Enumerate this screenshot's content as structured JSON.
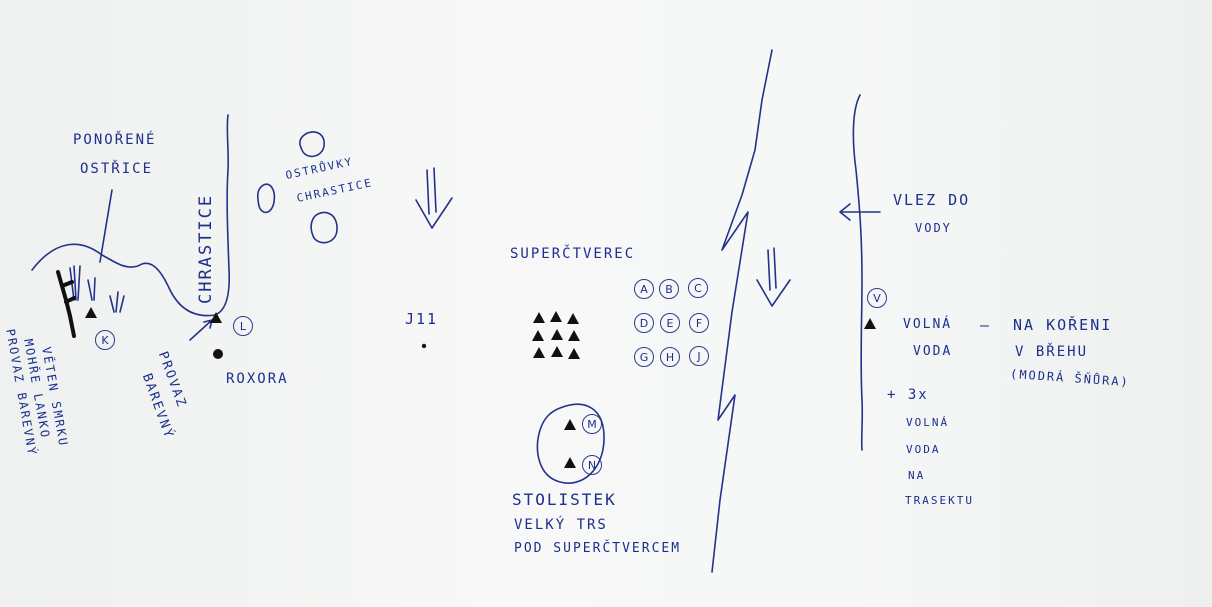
{
  "labels": {
    "ponorene": "PONOŘENÉ",
    "ostrice": "OSTŘICE",
    "chrastice": "CHRASTICE",
    "ostruvky": "OSTRŮVKY",
    "chrastice2": "CHRASTICE",
    "roxora": "ROXORA",
    "provaz": "PROVAZ",
    "barevny": "BAREVNÝ",
    "veten1": "VĚTEN SMRKU",
    "veten2": "MOHŘE LANKO",
    "veten3": "PROVAZ BAREVNÝ",
    "j11": "J11",
    "superctverec": "SUPERČTVEREC",
    "stolistek": "STOLISTEK",
    "velky_trs": "VELKÝ TRS",
    "pod_super": "POD SUPERČTVERCEM",
    "vlez": "VLEZ DO",
    "vody": "VODY",
    "volna1": "VOLNÁ",
    "voda1": "VODA",
    "dash": "–",
    "na_koreni": "NA KOŘENI",
    "v_brehu": "V BŘEHU",
    "modra": "(MODRÁ ŠŇŮRA)",
    "plus3x": "+ 3x",
    "volna2": "VOLNÁ",
    "voda2": "VODA",
    "na": "NA",
    "trasektu": "TRASEKTU"
  },
  "markers": {
    "k": "K",
    "l": "L",
    "v": "V",
    "m": "M",
    "n": "N",
    "grid": [
      "A",
      "B",
      "C",
      "D",
      "E",
      "F",
      "G",
      "H",
      "J"
    ]
  },
  "colors": {
    "ink": "#1c2f8c",
    "paper": "#f3f5f4",
    "mark": "#111111"
  }
}
